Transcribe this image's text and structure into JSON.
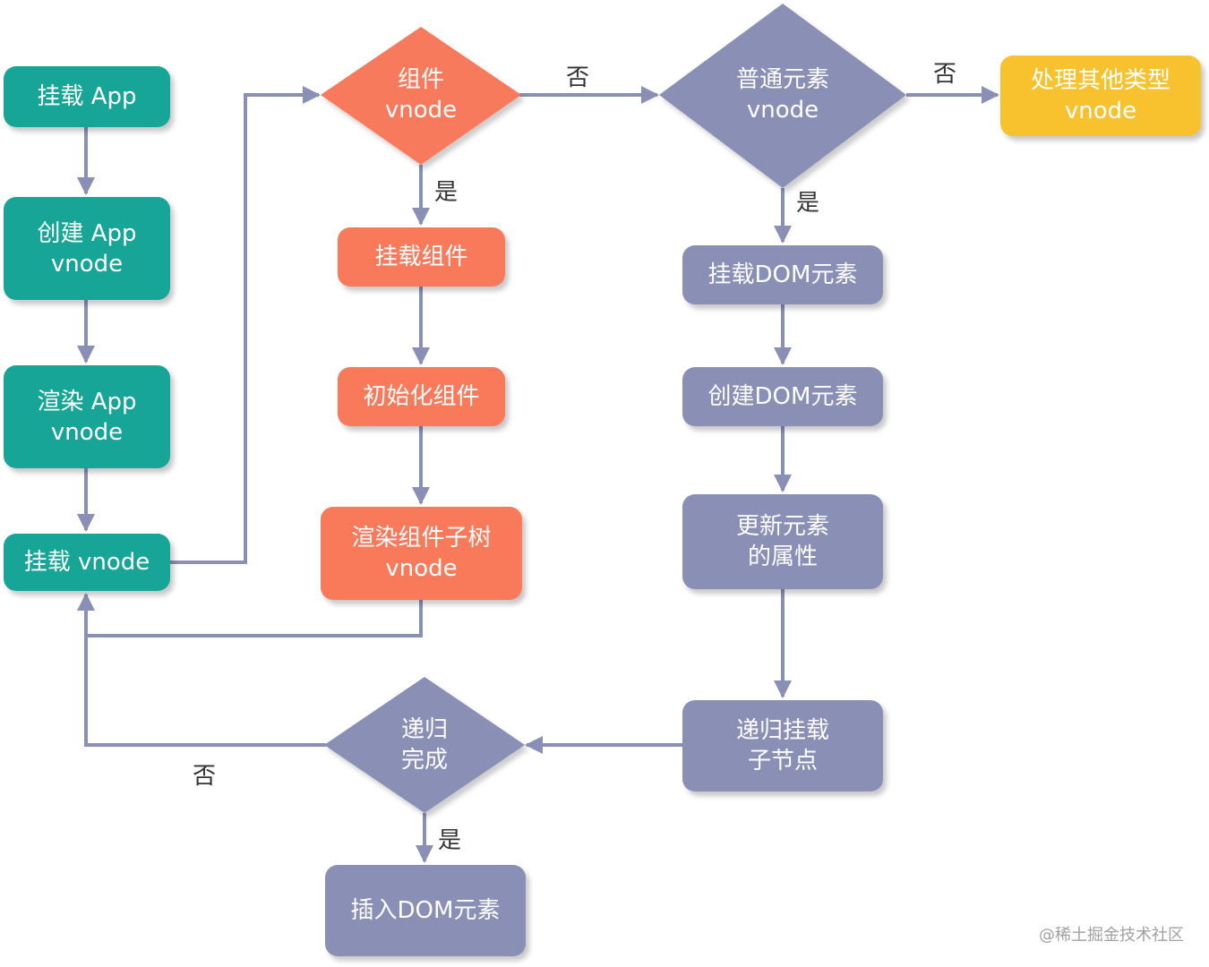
{
  "colors": {
    "teal": "#16a596",
    "orange": "#f87a5b",
    "purple": "#8a8fb5",
    "yellow": "#f8c22e",
    "connector": "#8a8fb5"
  },
  "nodes": {
    "mount_app": "挂载 App",
    "create_app_vnode": "创建 App\nvnode",
    "render_app_vnode": "渲染 App\nvnode",
    "mount_vnode": "挂载 vnode",
    "is_component_vnode": "组件\nvnode",
    "mount_component": "挂载组件",
    "init_component": "初始化组件",
    "render_subtree_vnode": "渲染组件子树\nvnode",
    "is_element_vnode": "普通元素\nvnode",
    "handle_other_vnode": "处理其他类型\nvnode",
    "mount_dom_element": "挂载DOM元素",
    "create_dom_element": "创建DOM元素",
    "update_element_props": "更新元素\n的属性",
    "mount_children_recursive": "递归挂载\n子节点",
    "recursion_done": "递归\n完成",
    "insert_dom_element": "插入DOM元素"
  },
  "edge_labels": {
    "component_no": "否",
    "component_yes": "是",
    "element_no": "否",
    "element_yes": "是",
    "recursion_no": "否",
    "recursion_yes": "是"
  },
  "watermark": "@稀土掘金技术社区"
}
